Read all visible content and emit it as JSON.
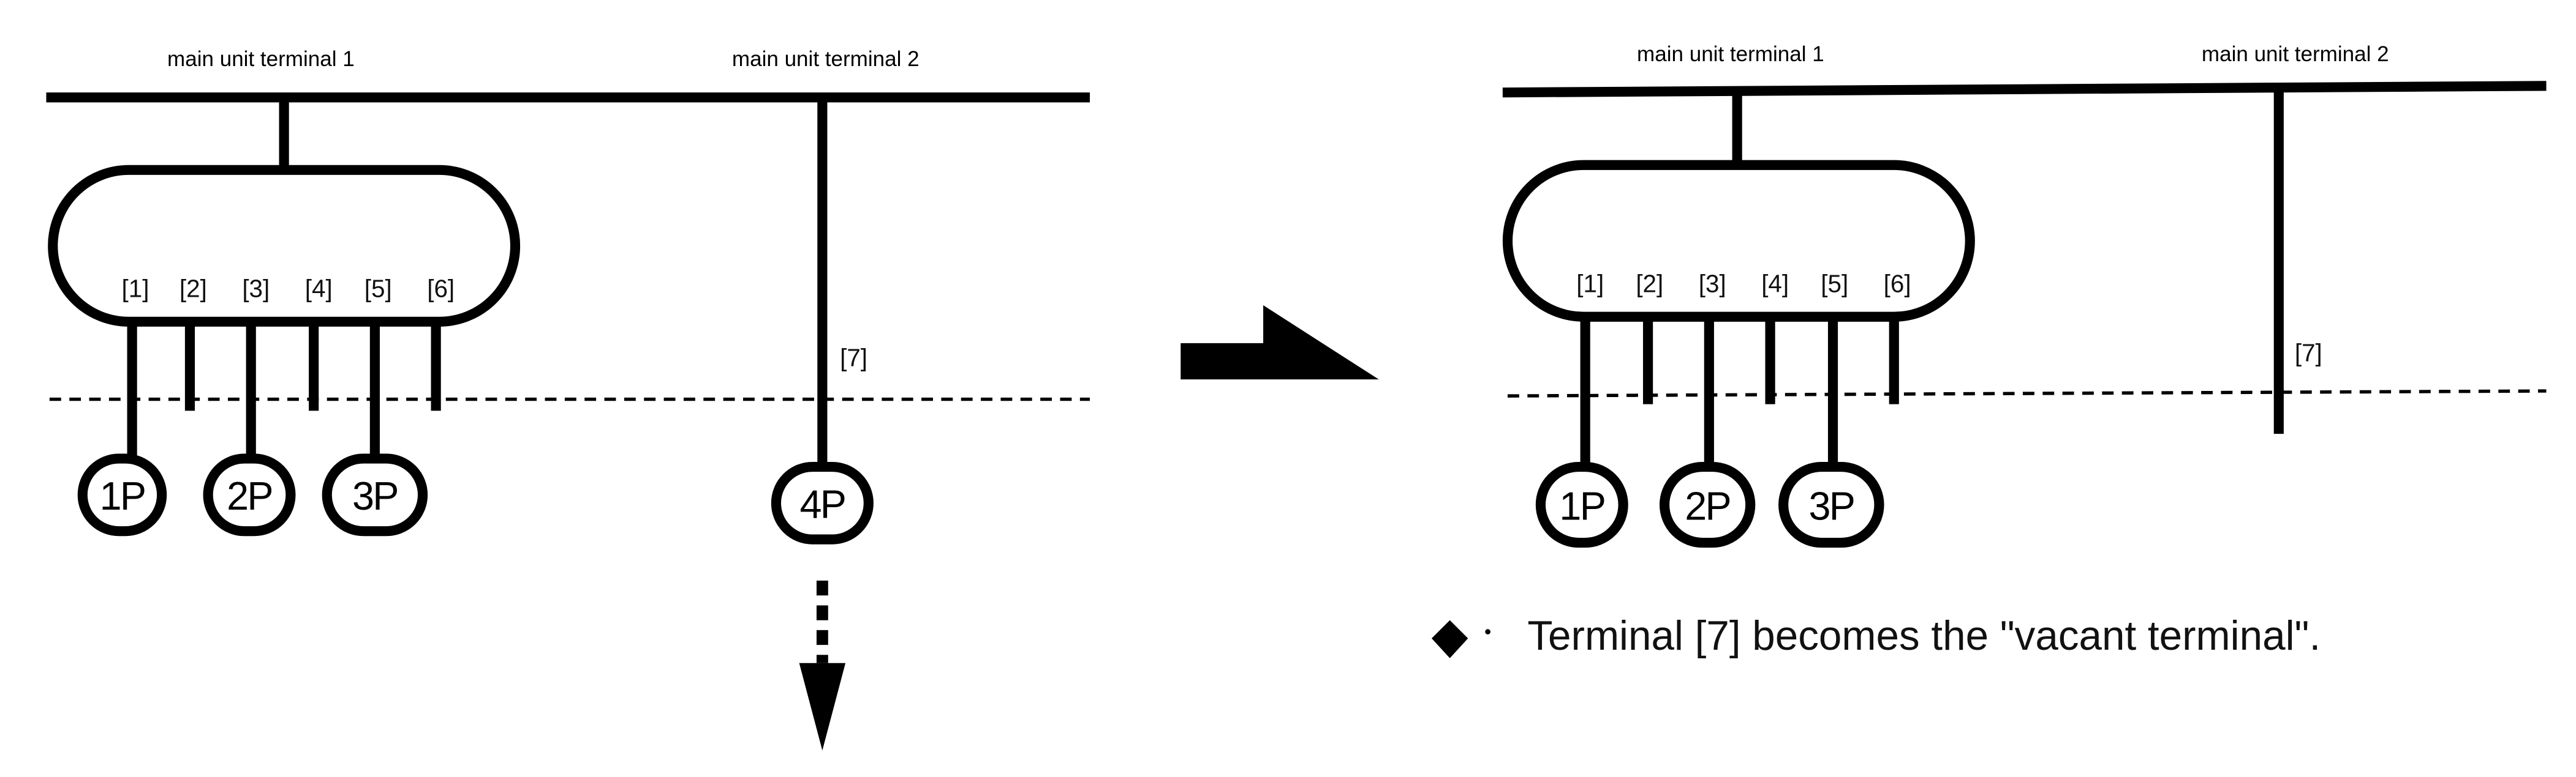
{
  "before": {
    "bus_labels": [
      "main unit terminal 1",
      "main unit terminal 2"
    ],
    "terminals": [
      "[1]",
      "[2]",
      "[3]",
      "[4]",
      "[5]",
      "[6]"
    ],
    "terminal_7": "[7]",
    "units": [
      "1P",
      "2P",
      "3P",
      "4P"
    ]
  },
  "after": {
    "bus_labels": [
      "main unit terminal 1",
      "main unit terminal 2"
    ],
    "terminals": [
      "[1]",
      "[2]",
      "[3]",
      "[4]",
      "[5]",
      "[6]"
    ],
    "terminal_7": "[7]",
    "units": [
      "1P",
      "2P",
      "3P"
    ]
  },
  "note": {
    "bullet_icon": "diamond-icon",
    "text": "Terminal [7] becomes the \"vacant terminal\"."
  }
}
